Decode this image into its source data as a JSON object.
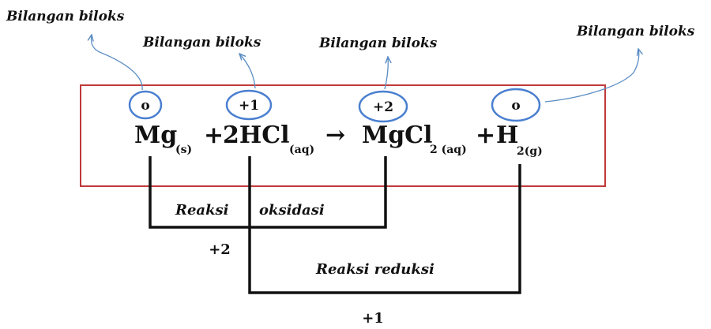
{
  "annotations": {
    "mg_label": "Bilangan biloks",
    "hcl_label": "Bilangan biloks",
    "mgcl2_label": "Bilangan biloks",
    "h2_label": "Bilangan biloks"
  },
  "oxidation_numbers": {
    "mg": "o",
    "h_in_hcl": "+1",
    "mg_in_mgcl2": "+2",
    "h2": "o"
  },
  "equation": {
    "mg": "Mg",
    "mg_state": "(s)",
    "plus1": "+",
    "hcl": "2HCl",
    "hcl_state": "(aq)",
    "arrow": "→",
    "mgcl2": "MgCl",
    "mgcl2_sub": "2 (aq)",
    "plus2": "+",
    "h2": "H",
    "h2_sub": "2(g)"
  },
  "reactions": {
    "oxidation_word1": "Reaksi",
    "oxidation_word2": "oksidasi",
    "oxidation_change": "+2",
    "reduction": "Reaksi reduksi",
    "reduction_change": "+1"
  },
  "colors": {
    "box_border": "#c0393b",
    "circle_stroke": "#4a7fd0",
    "arrow_line": "#5a8dc4",
    "bracket": "#111111"
  }
}
